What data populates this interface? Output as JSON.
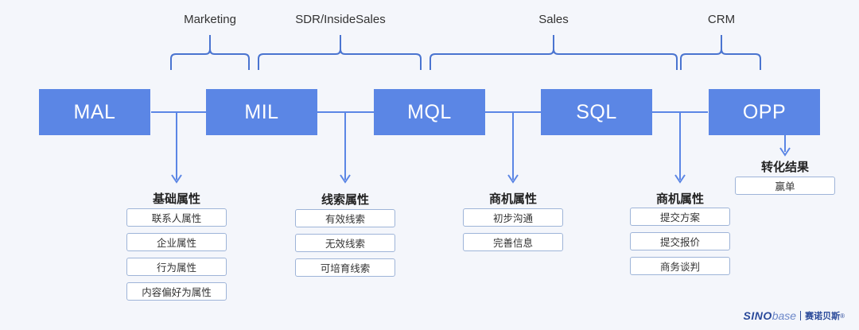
{
  "stages": [
    "MAL",
    "MIL",
    "MQL",
    "SQL",
    "OPP"
  ],
  "teams": [
    "Marketing",
    "SDR/InsideSales",
    "Sales",
    "CRM"
  ],
  "groups": [
    {
      "title": "基础属性",
      "items": [
        "联系人属性",
        "企业属性",
        "行为属性",
        "内容偏好为属性"
      ]
    },
    {
      "title": "线索属性",
      "items": [
        "有效线索",
        "无效线索",
        "可培育线索"
      ]
    },
    {
      "title": "商机属性",
      "items": [
        "初步沟通",
        "完善信息"
      ]
    },
    {
      "title": "商机属性",
      "items": [
        "提交方案",
        "提交报价",
        "商务谈判"
      ]
    },
    {
      "title": "转化结果",
      "items": [
        "赢单"
      ]
    }
  ],
  "logo": {
    "brand": "SINO",
    "brand_suffix": "base",
    "cn": "赛诺贝斯",
    "reg": "®"
  },
  "colors": {
    "box": "#5b86e5",
    "line": "#5b86e5",
    "bracket": "#4a74d0",
    "pill_border": "#9eb4d8"
  }
}
